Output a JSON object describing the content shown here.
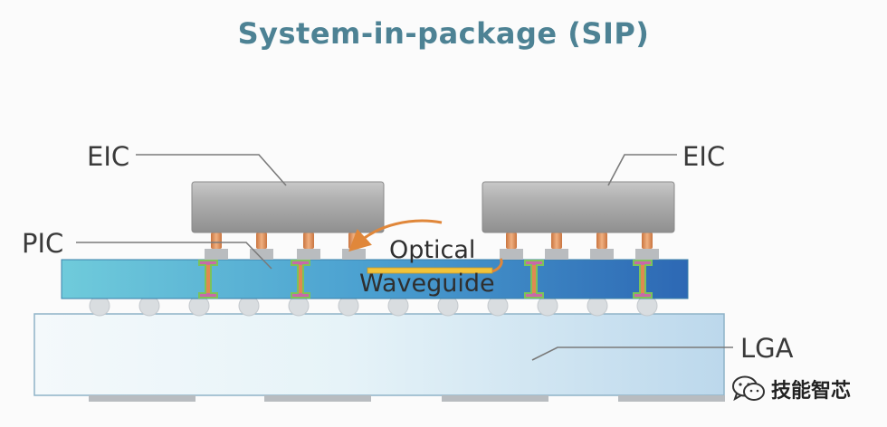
{
  "title": "System-in-package (SIP)",
  "labels": {
    "eic_left": "EIC",
    "eic_right": "EIC",
    "pic": "PIC",
    "optical_line1": "Optical",
    "optical_line2": "Waveguide",
    "lga": "LGA"
  },
  "watermark": "技能智芯",
  "colors": {
    "title": "#4d8294",
    "chip": "#a9a9a9",
    "pic_start": "#67c6d6",
    "pic_end": "#2e6fb8",
    "lga_fill": "#eaf4fa",
    "waveguide": "#f2c43a",
    "copper": "#e8945a",
    "arrow": "#e0873a"
  },
  "icons": [
    "wechat-icon"
  ]
}
